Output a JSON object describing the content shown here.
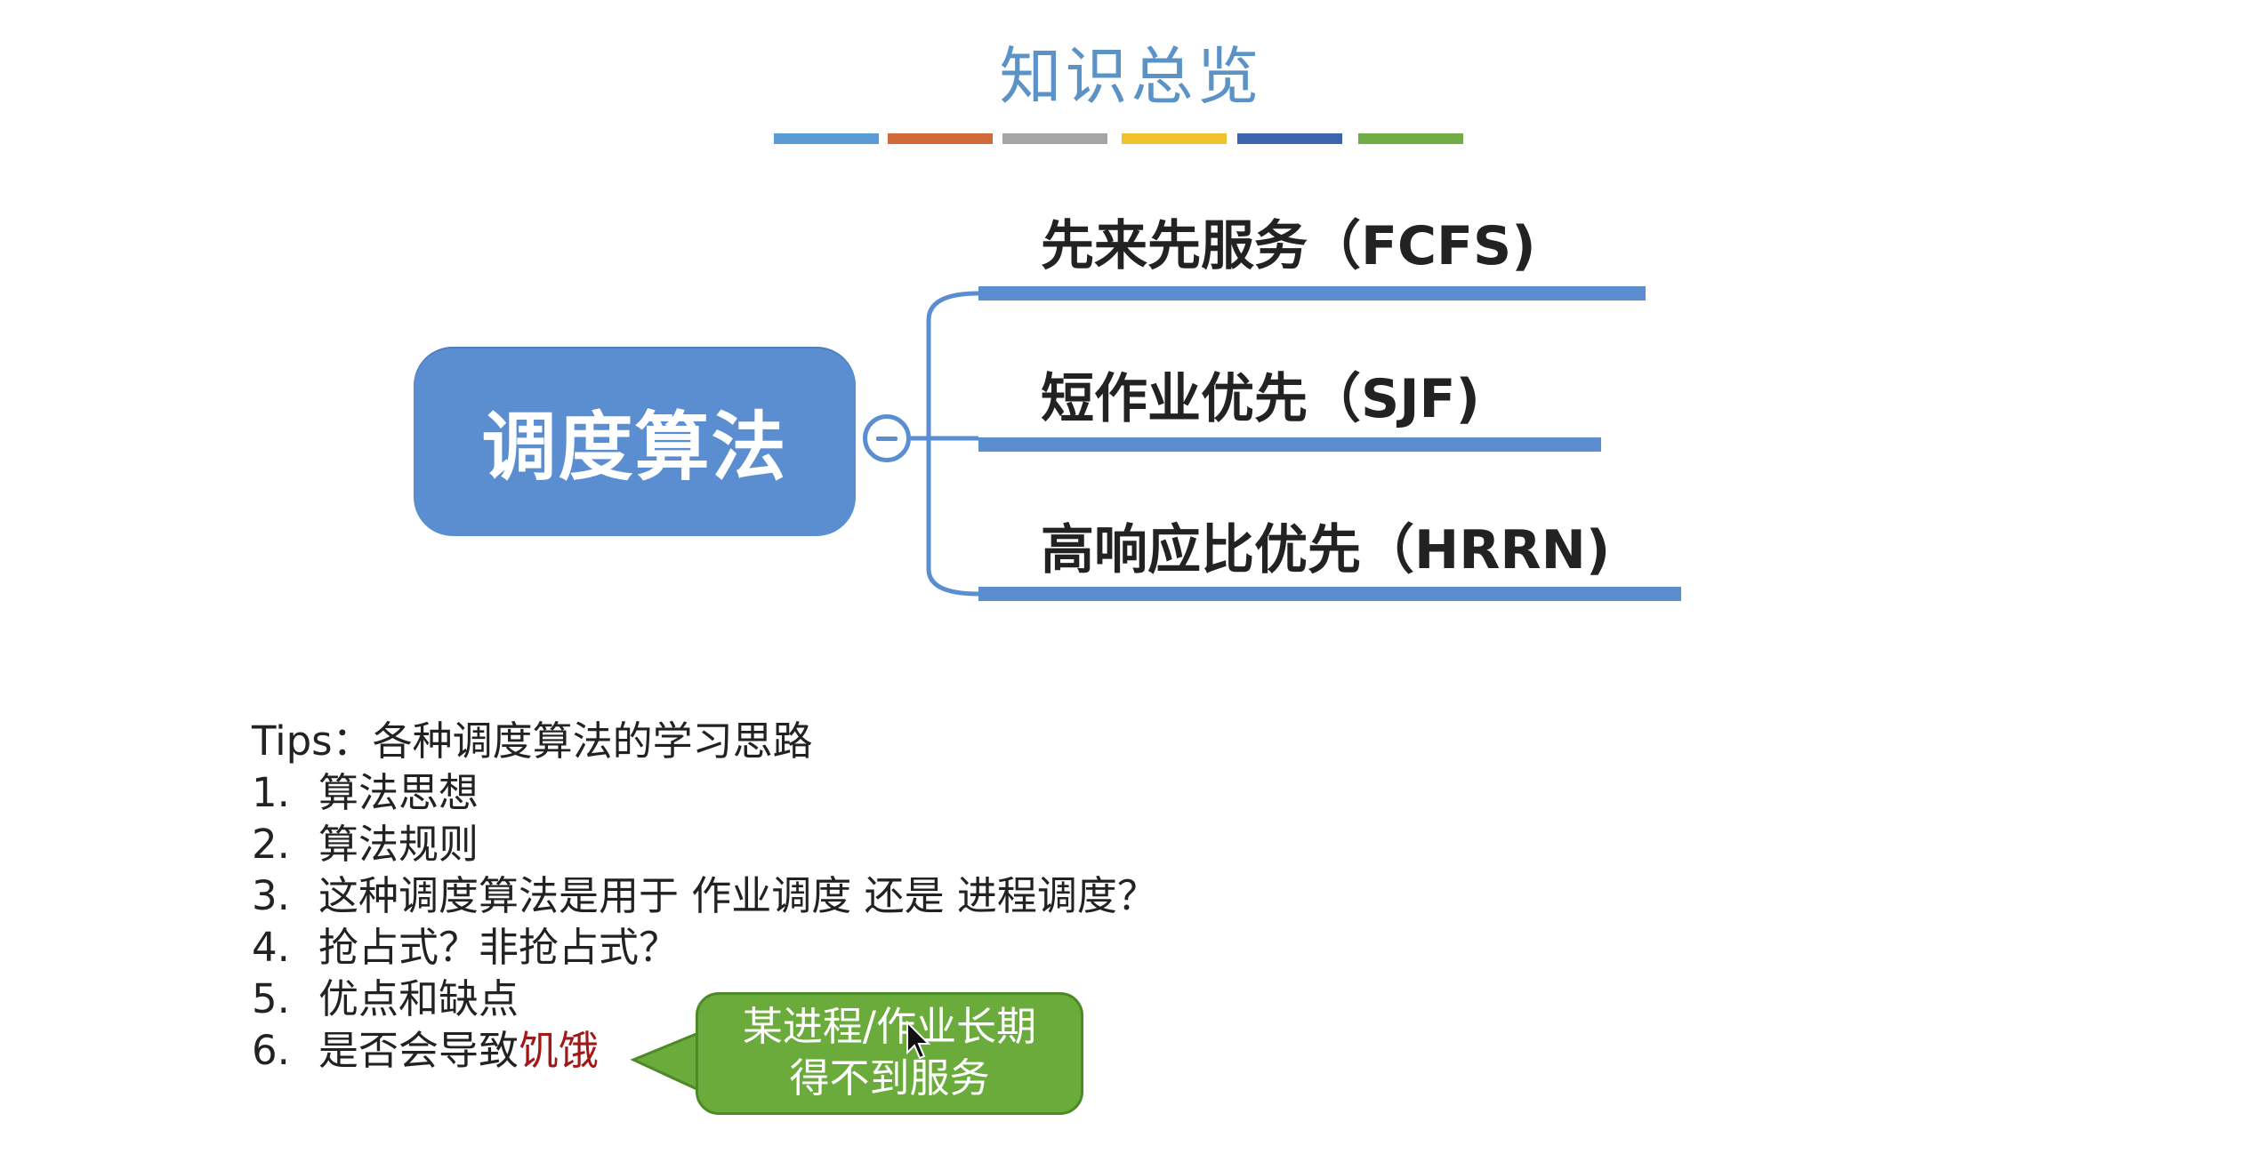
{
  "slide": {
    "title": "知识总览",
    "color_bar_colors": [
      "#5b9bd5",
      "#d2693b",
      "#a5a5a5",
      "#f2c12e",
      "#3b64ad",
      "#70ad47"
    ]
  },
  "mindmap": {
    "root": "调度算法",
    "branches": [
      {
        "label": "先来先服务（FCFS)"
      },
      {
        "label": "短作业优先（SJF)"
      },
      {
        "label": "高响应比优先（HRRN)"
      }
    ]
  },
  "tips": {
    "heading": "Tips：各种调度算法的学习思路",
    "items": [
      {
        "num": "1.",
        "text": "算法思想"
      },
      {
        "num": "2.",
        "text": "算法规则"
      },
      {
        "num": "3.",
        "text": "这种调度算法是用于 作业调度 还是 进程调度？"
      },
      {
        "num": "4.",
        "text": "抢占式？非抢占式？"
      },
      {
        "num": "5.",
        "text": "优点和缺点"
      },
      {
        "num": "6.",
        "text": "是否会导致",
        "highlight": "饥饿"
      }
    ]
  },
  "callout": {
    "line1": "某进程/作业长期",
    "line2": "得不到服务"
  },
  "colors": {
    "accent_blue": "#5b8ed1",
    "callout_green": "#6aab3c",
    "starvation_red": "#a01818"
  }
}
